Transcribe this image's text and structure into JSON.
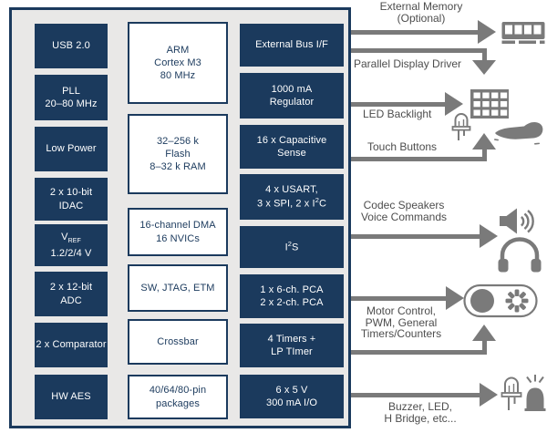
{
  "diagram": {
    "colors": {
      "navy": "#1b3a5d",
      "box_background": "#e9e8e7",
      "arrow_gray": "#7a7a7a",
      "label_gray": "#4d4d4d",
      "white": "#ffffff"
    },
    "left_column": [
      {
        "id": "usb",
        "lines": [
          [
            {
              "t": "USB 2.0"
            }
          ]
        ]
      },
      {
        "id": "pll",
        "lines": [
          [
            {
              "t": "PLL"
            }
          ],
          [
            {
              "t": "20–80 MHz"
            }
          ]
        ]
      },
      {
        "id": "low-power",
        "lines": [
          [
            {
              "t": "Low Power"
            }
          ]
        ]
      },
      {
        "id": "idac",
        "lines": [
          [
            {
              "t": "2 x 10-bit"
            }
          ],
          [
            {
              "t": "IDAC"
            }
          ]
        ]
      },
      {
        "id": "vref",
        "lines": [
          [
            {
              "t": "V"
            },
            {
              "t": "REF",
              "s": "sub"
            }
          ],
          [
            {
              "t": "1.2/2/4 V"
            }
          ]
        ]
      },
      {
        "id": "adc",
        "lines": [
          [
            {
              "t": "2 x 12-bit"
            }
          ],
          [
            {
              "t": "ADC"
            }
          ]
        ]
      },
      {
        "id": "comparator",
        "lines": [
          [
            {
              "t": "2 x Comparator"
            }
          ]
        ]
      },
      {
        "id": "hw-aes",
        "lines": [
          [
            {
              "t": "HW AES"
            }
          ]
        ]
      }
    ],
    "middle_column": [
      {
        "id": "arm-core",
        "lines": [
          [
            {
              "t": "ARM"
            }
          ],
          [
            {
              "t": "Cortex M3"
            }
          ],
          [
            {
              "t": "80 MHz"
            }
          ]
        ]
      },
      {
        "id": "flash-ram",
        "lines": [
          [
            {
              "t": "32–256 k"
            }
          ],
          [
            {
              "t": "Flash"
            }
          ],
          [
            {
              "t": "8–32 k RAM"
            }
          ]
        ]
      },
      {
        "id": "dma-nvic",
        "lines": [
          [
            {
              "t": "16-channel DMA"
            }
          ],
          [
            {
              "t": "16 NVICs"
            }
          ]
        ]
      },
      {
        "id": "debug",
        "lines": [
          [
            {
              "t": "SW, JTAG, ETM"
            }
          ]
        ]
      },
      {
        "id": "crossbar",
        "lines": [
          [
            {
              "t": "Crossbar"
            }
          ]
        ]
      },
      {
        "id": "packages",
        "lines": [
          [
            {
              "t": "40/64/80-pin"
            }
          ],
          [
            {
              "t": "packages"
            }
          ]
        ]
      }
    ],
    "right_column": [
      {
        "id": "external-bus",
        "lines": [
          [
            {
              "t": "External Bus I/F"
            }
          ]
        ]
      },
      {
        "id": "regulator",
        "lines": [
          [
            {
              "t": "1000 mA"
            }
          ],
          [
            {
              "t": "Regulator"
            }
          ]
        ]
      },
      {
        "id": "cap-sense",
        "lines": [
          [
            {
              "t": "16 x Capacitive"
            }
          ],
          [
            {
              "t": "Sense"
            }
          ]
        ]
      },
      {
        "id": "usart-spi-i2c",
        "lines": [
          [
            {
              "t": "4 x USART,"
            }
          ],
          [
            {
              "t": "3 x SPI, 2 x I"
            },
            {
              "t": "2",
              "s": "sup"
            },
            {
              "t": "C"
            }
          ]
        ]
      },
      {
        "id": "i2s",
        "lines": [
          [
            {
              "t": "I"
            },
            {
              "t": "2",
              "s": "sup"
            },
            {
              "t": "S"
            }
          ]
        ]
      },
      {
        "id": "pca",
        "lines": [
          [
            {
              "t": "1 x 6-ch. PCA"
            }
          ],
          [
            {
              "t": "2 x 2-ch. PCA"
            }
          ]
        ]
      },
      {
        "id": "timers",
        "lines": [
          [
            {
              "t": "4 Timers +"
            }
          ],
          [
            {
              "t": "LP TImer"
            }
          ]
        ]
      },
      {
        "id": "io",
        "lines": [
          [
            {
              "t": "6 x 5 V"
            }
          ],
          [
            {
              "t": "300 mA I/O"
            }
          ]
        ]
      }
    ],
    "annotations": {
      "external_memory": [
        "External Memory",
        "(Optional)"
      ],
      "parallel_display": [
        "Parallel Display Driver"
      ],
      "led_backlight": [
        "LED Backlight"
      ],
      "touch_buttons": [
        "Touch Buttons"
      ],
      "codec": [
        "Codec Speakers",
        "Voice Commands"
      ],
      "motor": [
        "Motor Control,",
        "PWM, General",
        "Timers/Counters"
      ],
      "buzzer": [
        "Buzzer, LED,",
        "H Bridge, etc..."
      ]
    },
    "icons": [
      "memory-module-icon",
      "led-matrix-icon",
      "led-icon",
      "hand-icon",
      "speaker-icon",
      "headphones-icon",
      "motor-icon",
      "led-icon-2",
      "buzzer-icon"
    ]
  }
}
